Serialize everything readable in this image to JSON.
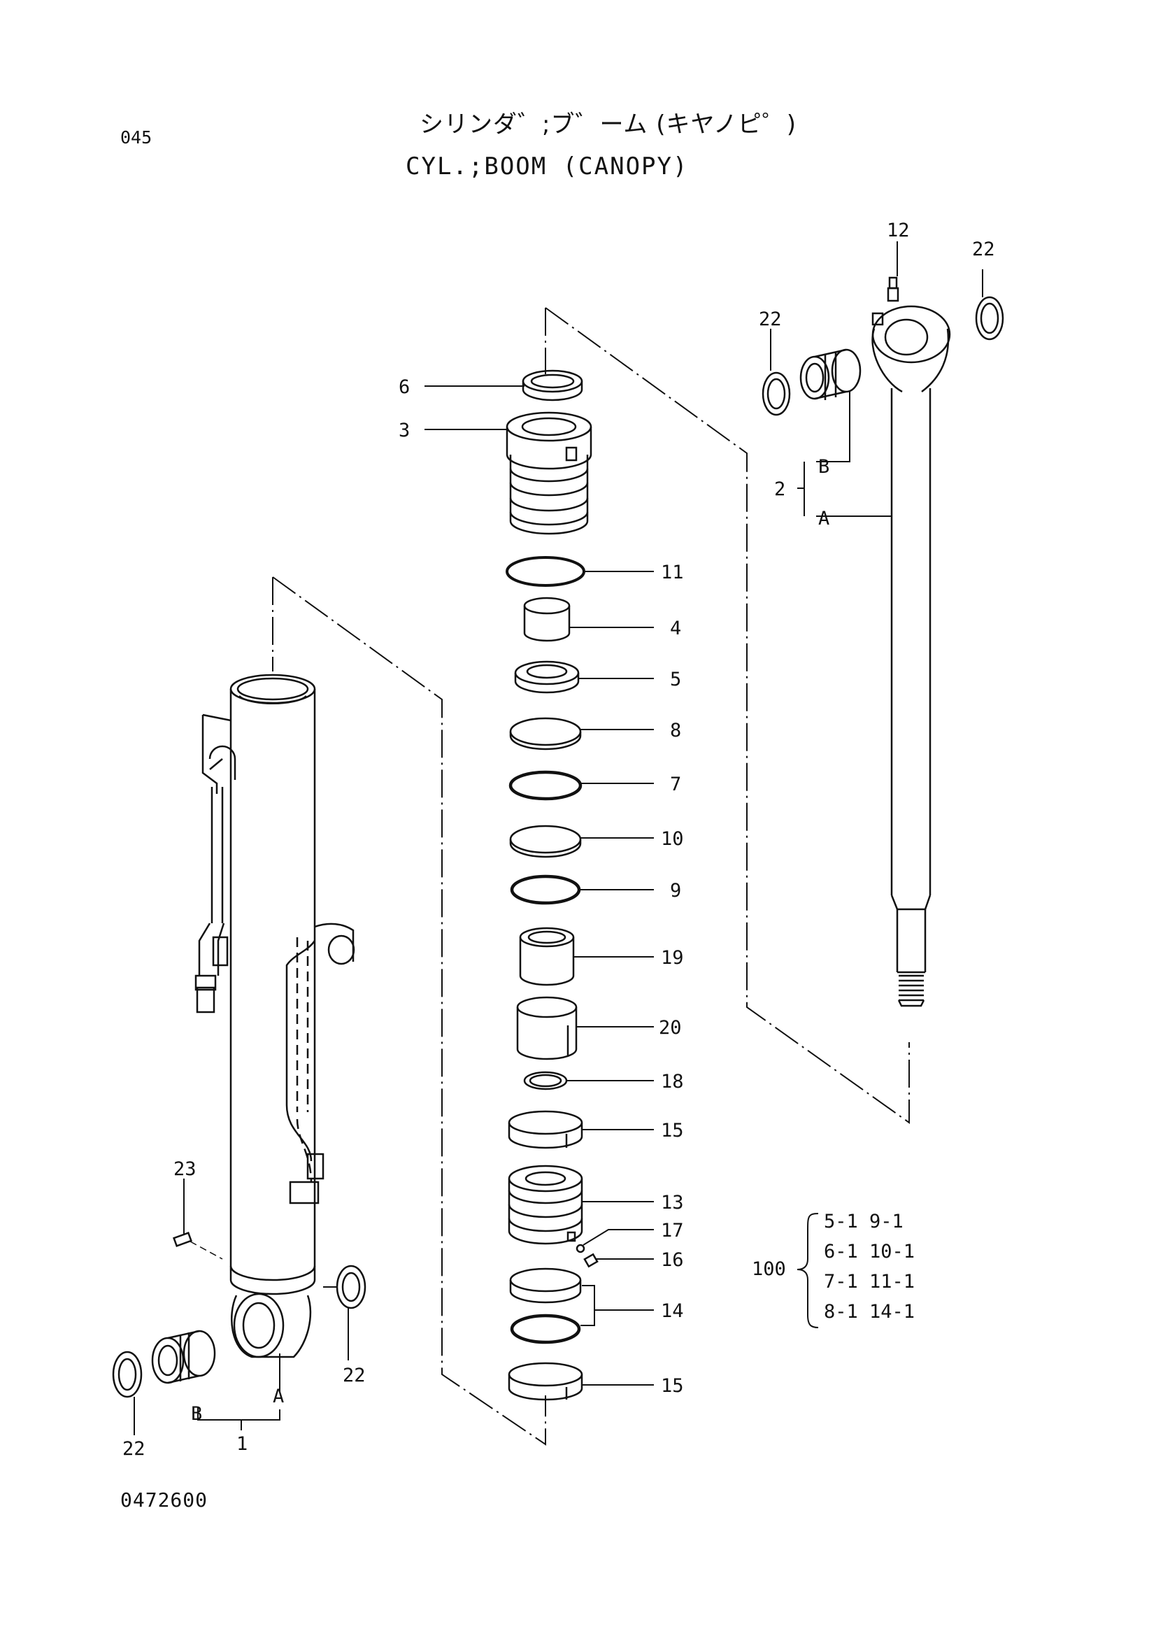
{
  "header": {
    "page_number": "045",
    "title_japanese": "シリンダ゛;ブ゛ーム (キヤノピ゜)",
    "title_english": "CYL.;BOOM (CANOPY)"
  },
  "footer": {
    "drawing_number": "0472600"
  },
  "callouts": {
    "c6": "6",
    "c3": "3",
    "c11": "11",
    "c4": "4",
    "c5": "5",
    "c8": "8",
    "c7": "7",
    "c10": "10",
    "c9": "9",
    "c19": "19",
    "c20": "20",
    "c18": "18",
    "c15a": "15",
    "c13": "13",
    "c17": "17",
    "c16": "16",
    "c14": "14",
    "c15b": "15",
    "c12": "12",
    "c22_rod_right": "22",
    "c22_rod_left": "22",
    "c2": "2",
    "c2B": "B",
    "c2A": "A",
    "c23": "23",
    "c22_tube_right": "22",
    "c22_tube_left": "22",
    "c1A": "A",
    "c1B": "B",
    "c1": "1"
  },
  "kit": {
    "label": "100",
    "rows": [
      "5-1  9-1",
      "6-1  10-1",
      "7-1  11-1",
      "8-1  14-1"
    ]
  }
}
